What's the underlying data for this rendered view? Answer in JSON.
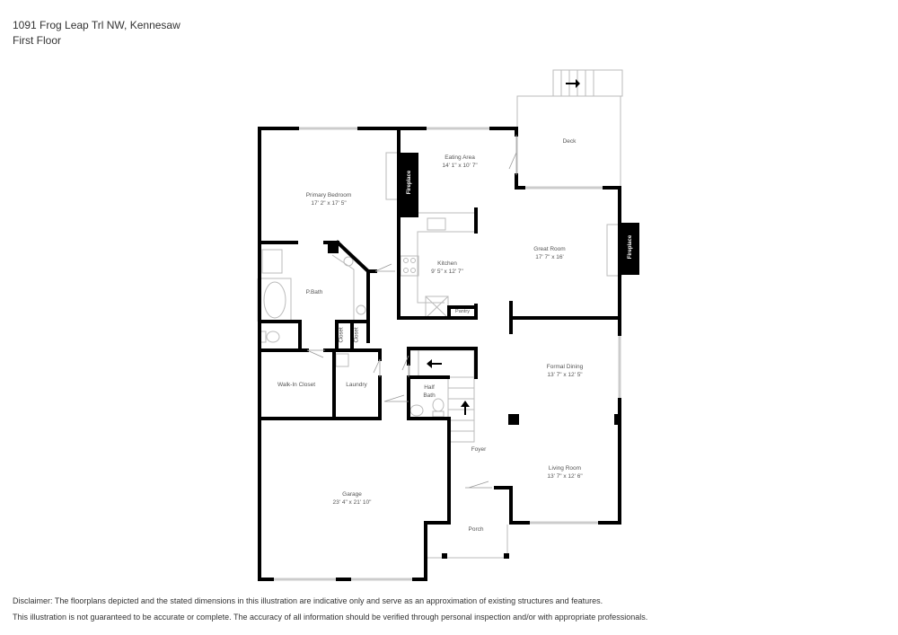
{
  "header": {
    "address": "1091 Frog Leap Trl NW, Kennesaw",
    "floor": "First Floor"
  },
  "rooms": {
    "primary_bedroom": {
      "name": "Primary Bedroom",
      "dims": "17' 2\" x 17' 5\""
    },
    "eating_area": {
      "name": "Eating Area",
      "dims": "14' 1\" x 10' 7\""
    },
    "deck": {
      "name": "Deck"
    },
    "great_room": {
      "name": "Great Room",
      "dims": "17' 7\" x 16'"
    },
    "kitchen": {
      "name": "Kitchen",
      "dims": "9' 5\" x 12' 7\""
    },
    "pantry": {
      "name": "Pantry"
    },
    "p_bath": {
      "name": "P.Bath"
    },
    "closet_1": {
      "name": "Closet"
    },
    "closet_2": {
      "name": "Closet"
    },
    "walk_in_closet": {
      "name": "Walk-In Closet"
    },
    "laundry": {
      "name": "Laundry"
    },
    "half_bath": {
      "name": "Half\nBath",
      "line1": "Half",
      "line2": "Bath"
    },
    "formal_dining": {
      "name": "Formal Dining",
      "dims": "13' 7\" x 12' 5\""
    },
    "foyer": {
      "name": "Foyer"
    },
    "living_room": {
      "name": "Living Room",
      "dims": "13' 7\" x 12' 6\""
    },
    "garage": {
      "name": "Garage",
      "dims": "23' 4\" x 21' 10\""
    },
    "porch": {
      "name": "Porch"
    }
  },
  "fixtures": {
    "fireplace_1": "Fireplace",
    "fireplace_2": "Fireplace"
  },
  "disclaimer": {
    "line1": "Disclaimer: The floorplans depicted and the stated dimensions in this illustration are indicative only and serve as an approximation of existing structures and features.",
    "line2": "This illustration is not guaranteed to be accurate or complete. The accuracy of all information should be verified through personal inspection and/or with appropriate professionals."
  },
  "colors": {
    "wall": "#000000",
    "window": "#cccccc",
    "text": "#555555"
  }
}
